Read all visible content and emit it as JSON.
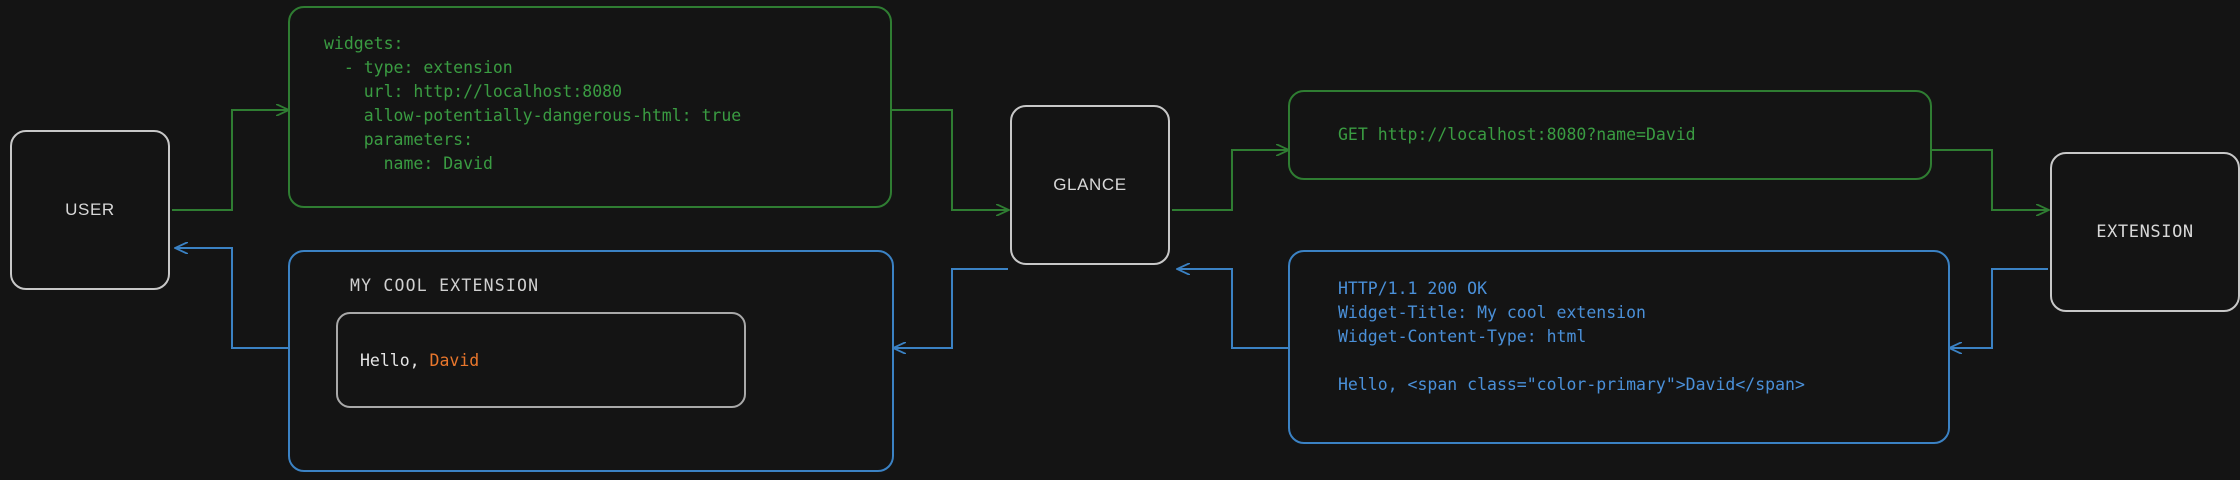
{
  "canvas": {
    "background": "#141414",
    "node_border": "#c8c8c8",
    "request_color": "#2f7d32",
    "request_text_color": "#3a9c42",
    "response_color": "#3b82c4",
    "response_text_color": "#4a90d9",
    "accent_color": "#e8762c"
  },
  "nodes": {
    "user": {
      "label": "USER"
    },
    "glance": {
      "label": "GLANCE"
    },
    "extension": {
      "label": "EXTENSION"
    }
  },
  "cards": {
    "config": {
      "kind": "request",
      "text": "widgets:\n  - type: extension\n    url: http://localhost:8080\n    allow-potentially-dangerous-html: true\n    parameters:\n      name: David"
    },
    "http_request": {
      "kind": "request",
      "text": "GET http://localhost:8080?name=David"
    },
    "http_response": {
      "kind": "response",
      "text": "HTTP/1.1 200 OK\nWidget-Title: My cool extension\nWidget-Content-Type: html\n\nHello, <span class=\"color-primary\">David</span>"
    },
    "rendered_widget": {
      "kind": "response",
      "title": "MY COOL EXTENSION",
      "greeting_prefix": "Hello, ",
      "greeting_name": "David"
    }
  },
  "edges": [
    {
      "name": "user-to-config",
      "kind": "request"
    },
    {
      "name": "config-to-glance",
      "kind": "request"
    },
    {
      "name": "glance-to-http-request",
      "kind": "request"
    },
    {
      "name": "http-request-to-extension",
      "kind": "request"
    },
    {
      "name": "extension-to-http-response",
      "kind": "response"
    },
    {
      "name": "http-response-to-glance",
      "kind": "response"
    },
    {
      "name": "glance-to-rendered-widget",
      "kind": "response"
    },
    {
      "name": "rendered-widget-to-user",
      "kind": "response"
    }
  ]
}
